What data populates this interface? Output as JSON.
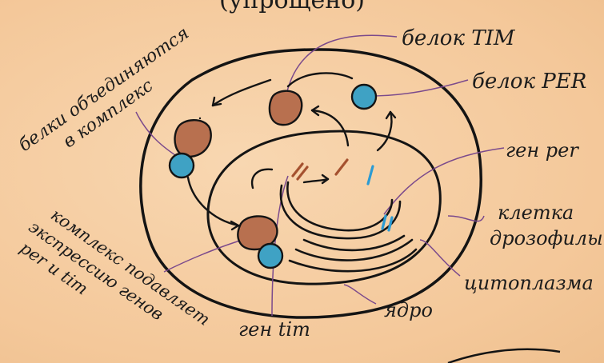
{
  "title_fragment": "(упрощено)",
  "labels": {
    "tim_protein": "белок TIM",
    "per_protein": "белок PER",
    "per_gene": "ген per",
    "cell": "клетка дрозофилы",
    "cytoplasm": "цитоплазма",
    "nucleus": "ядро",
    "tim_gene": "ген tim",
    "complex_forms": "белки объединяются в комплекс",
    "complex_suppresses": "комплекс подавляет экспрессию генов per и tim"
  },
  "colors": {
    "background": "#f6d0a6",
    "outline": "#141414",
    "tim_protein": "#b8704f",
    "per_protein": "#3fa2c4",
    "leader_line": "#7b4a8c",
    "tim_gene_mark": "#a5512f",
    "per_gene_mark": "#2b9bd3"
  }
}
